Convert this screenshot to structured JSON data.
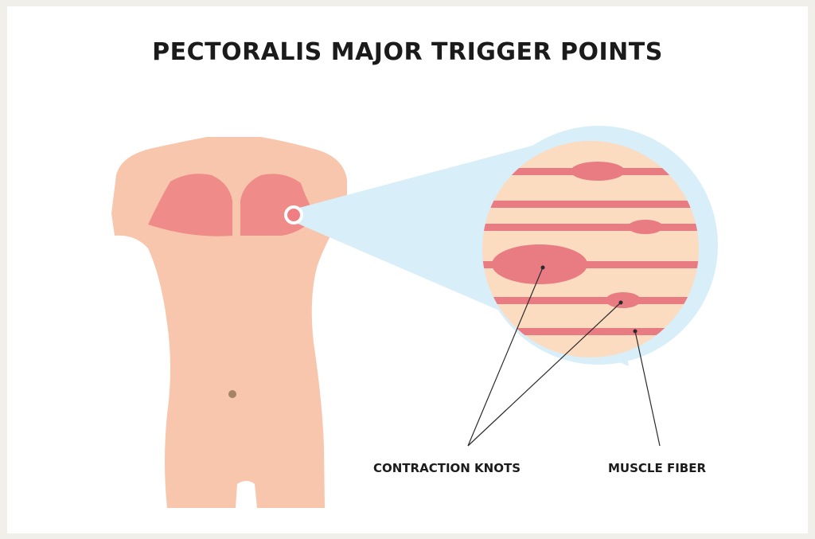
{
  "title": "PECTORALIS MAJOR TRIGGER POINTS",
  "labels": {
    "contraction_knots": "CONTRACTION KNOTS",
    "muscle_fiber": "MUSCLE FIBER"
  },
  "colors": {
    "background": "#f1efe9",
    "skin": "#f8c6ad",
    "muscle": "#ef8b88",
    "fiber": "#e97c83",
    "fiber_bg": "#fcdcc0",
    "magnifier": "#d8eef8",
    "text": "#1b1b1b"
  }
}
